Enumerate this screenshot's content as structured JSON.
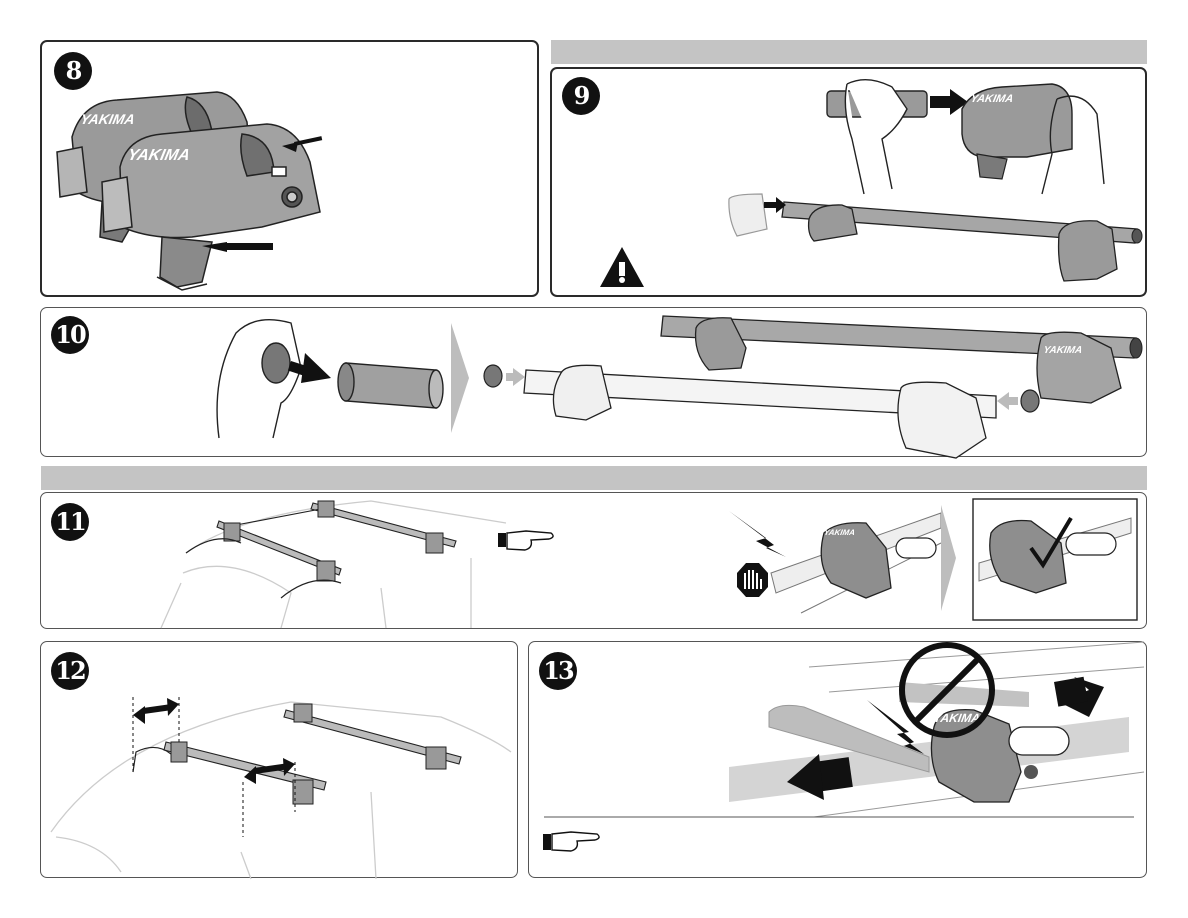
{
  "brand": {
    "name": "YAKIMA"
  },
  "steps": [
    {
      "id": "8",
      "label": "8"
    },
    {
      "id": "9",
      "label": "9"
    },
    {
      "id": "10",
      "label": "10"
    },
    {
      "id": "11",
      "label": "11"
    },
    {
      "id": "12",
      "label": "12"
    },
    {
      "id": "13",
      "label": "13"
    }
  ],
  "colors": {
    "band": "#c4c4c4",
    "ink": "#111111",
    "tower": "#8e8e8e",
    "bar": "#9a9a9a"
  },
  "icons": {
    "warning": "warning-triangle-icon",
    "stop": "stop-hand-icon",
    "pointer": "pointing-hand-icon",
    "check": "checkmark-icon",
    "prohibited": "prohibited-icon"
  }
}
